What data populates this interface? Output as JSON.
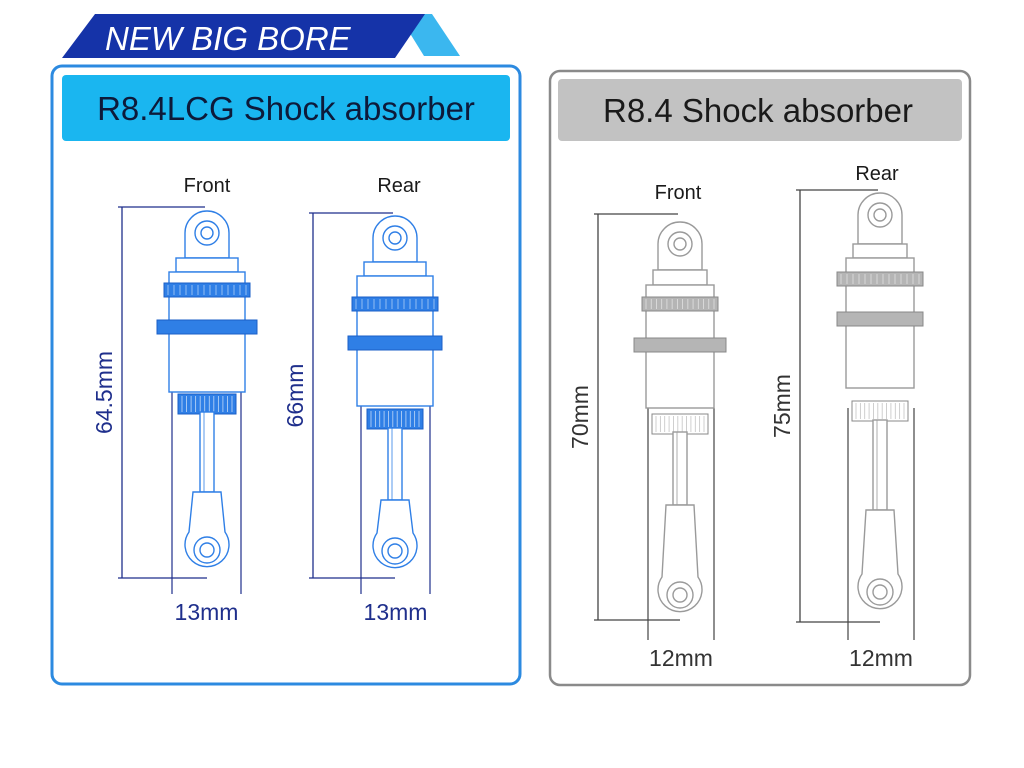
{
  "banner": {
    "title": "NEW BIG BORE"
  },
  "colors": {
    "banner_dark": "#1533a8",
    "banner_light": "#3bb7ef",
    "panel_blue": "#2c8ae0",
    "header_blue": "#1ab6f0",
    "panel_gray": "#8a8a8a",
    "header_gray": "#c2c2c2",
    "shock_blue": "#2f7fe6",
    "shock_gray": "#9a9a9a",
    "dim_blue": "#1f2f8c",
    "dim_gray": "#444444"
  },
  "panels": [
    {
      "title": "R8.4LCG Shock absorber",
      "shocks": [
        {
          "position": "Front",
          "length": "64.5mm",
          "width": "13mm"
        },
        {
          "position": "Rear",
          "length": "66mm",
          "width": "13mm"
        }
      ]
    },
    {
      "title": "R8.4 Shock absorber",
      "shocks": [
        {
          "position": "Front",
          "length": "70mm",
          "width": "12mm"
        },
        {
          "position": "Rear",
          "length": "75mm",
          "width": "12mm"
        }
      ]
    }
  ]
}
